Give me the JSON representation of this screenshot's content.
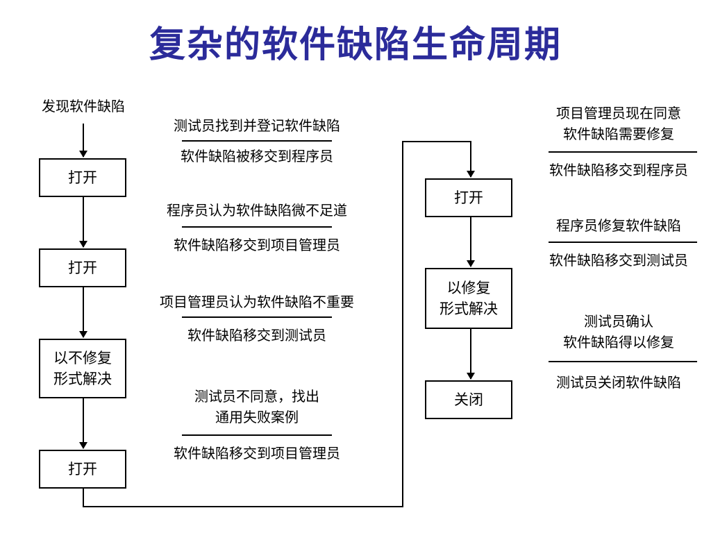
{
  "title": "复杂的软件缺陷生命周期",
  "start_label": "发现软件缺陷",
  "left_boxes": [
    "打开",
    "打开",
    "以不修复\n形式解决",
    "打开"
  ],
  "middle_notes": [
    {
      "top": "测试员找到并登记软件缺陷",
      "bottom": "软件缺陷被移交到程序员"
    },
    {
      "top": "程序员认为软件缺陷微不足道",
      "bottom": "软件缺陷移交到项目管理员"
    },
    {
      "top": "项目管理员认为软件缺陷不重要",
      "bottom": "软件缺陷移交到测试员"
    },
    {
      "top": "测试员不同意，找出\n通用失败案例",
      "bottom": "软件缺陷移交到项目管理员"
    }
  ],
  "right_boxes": [
    "打开",
    "以修复\n形式解决",
    "关闭"
  ],
  "right_notes": [
    {
      "top": "项目管理员现在同意\n软件缺陷需要修复",
      "bottom": "软件缺陷移交到程序员"
    },
    {
      "top": "程序员修复软件缺陷",
      "bottom": "软件缺陷移交到测试员"
    },
    {
      "top": "测试员确认\n软件缺陷得以修复",
      "bottom": "测试员关闭软件缺陷"
    }
  ],
  "colors": {
    "title": "#2b2b9a",
    "line": "#000000"
  }
}
